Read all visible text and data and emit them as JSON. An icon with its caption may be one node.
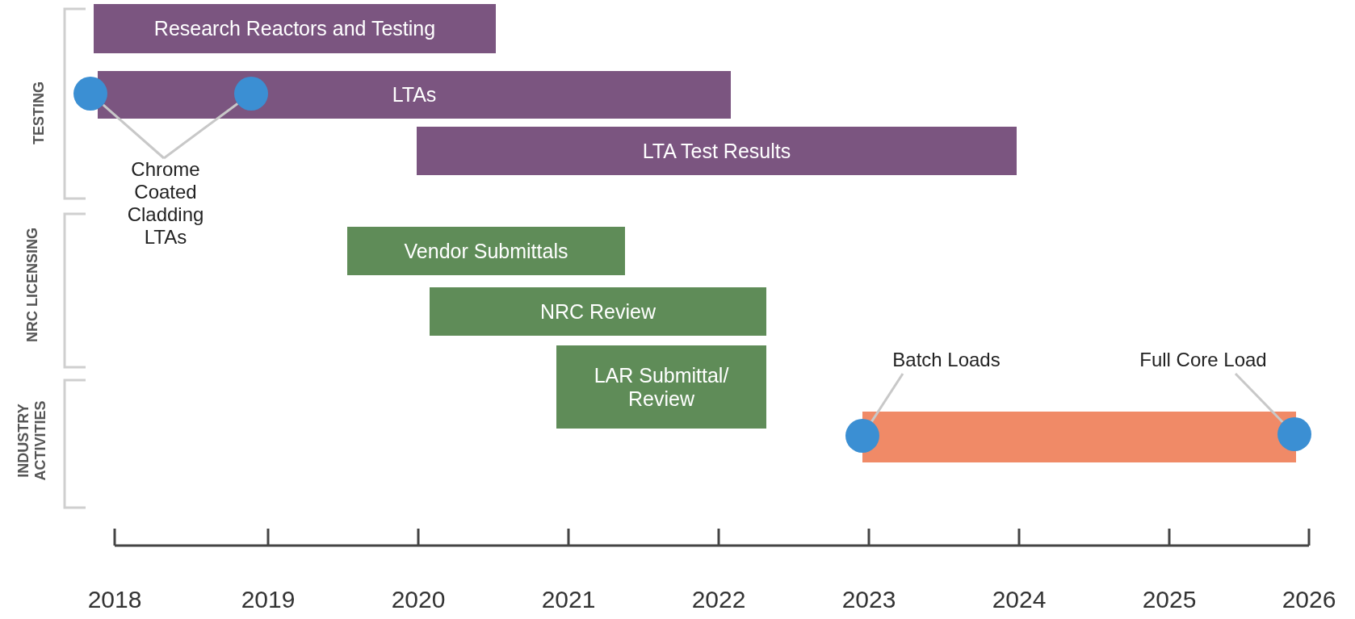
{
  "diagram": {
    "nodes": [
      {
        "text": [
          "Research Reactors and Testing"
        ]
      },
      {
        "text": [
          "LTAs"
        ]
      },
      {
        "text": [
          "LTA Test Results"
        ]
      },
      {
        "text": [
          "Vendor Submittals"
        ]
      },
      {
        "text": [
          "NRC Review"
        ]
      },
      {
        "text": [
          "LAR Submittal/ Review"
        ]
      },
      {
        "text": [],
        "shape": "bar"
      },
      {
        "text": [],
        "shape": "circle"
      },
      {
        "text": [],
        "shape": "circle",
        "in": 1
      },
      {
        "text": [
          "Chrome Coated Cladding LTAs"
        ]
      },
      {
        "text": [
          "Batch Loads"
        ]
      },
      {
        "text": [
          "Full Core Load"
        ]
      },
      {
        "text": [],
        "shape": "circle"
      },
      {
        "text": [],
        "shape": "circle"
      }
    ],
    "edges": [
      {
        "from": 9,
        "to": 7,
        "arrow": "none"
      },
      {
        "from": 9,
        "to": 8,
        "arrow": "none"
      },
      {
        "from": 10,
        "to": 12,
        "arrow": "none"
      },
      {
        "from": 11,
        "to": 13,
        "arrow": "none"
      }
    ],
    "labels": [
      "TESTING",
      "NRC LICENSING",
      "INDUSTRY ACTIVITIES",
      "2018",
      "2019",
      "2020",
      "2021",
      "2022",
      "2023",
      "2024",
      "2025",
      "2026"
    ]
  }
}
